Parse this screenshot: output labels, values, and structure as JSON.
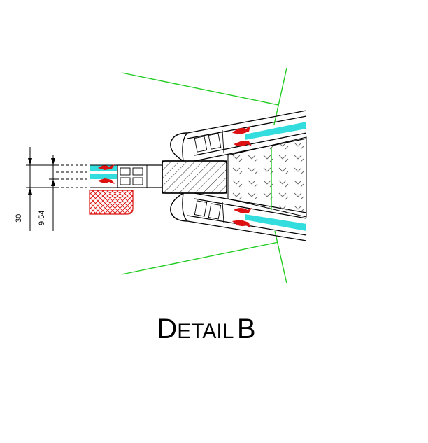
{
  "title": {
    "letter_d": "D",
    "rest1": "ETAIL",
    "letter_b": "B"
  },
  "dimensions": {
    "overall": "30",
    "offset": "9.54"
  },
  "colors": {
    "line": "#000000",
    "green": "#22cc22",
    "red": "#dd1111",
    "cyan": "#33dddd",
    "hatch": "#555555"
  }
}
